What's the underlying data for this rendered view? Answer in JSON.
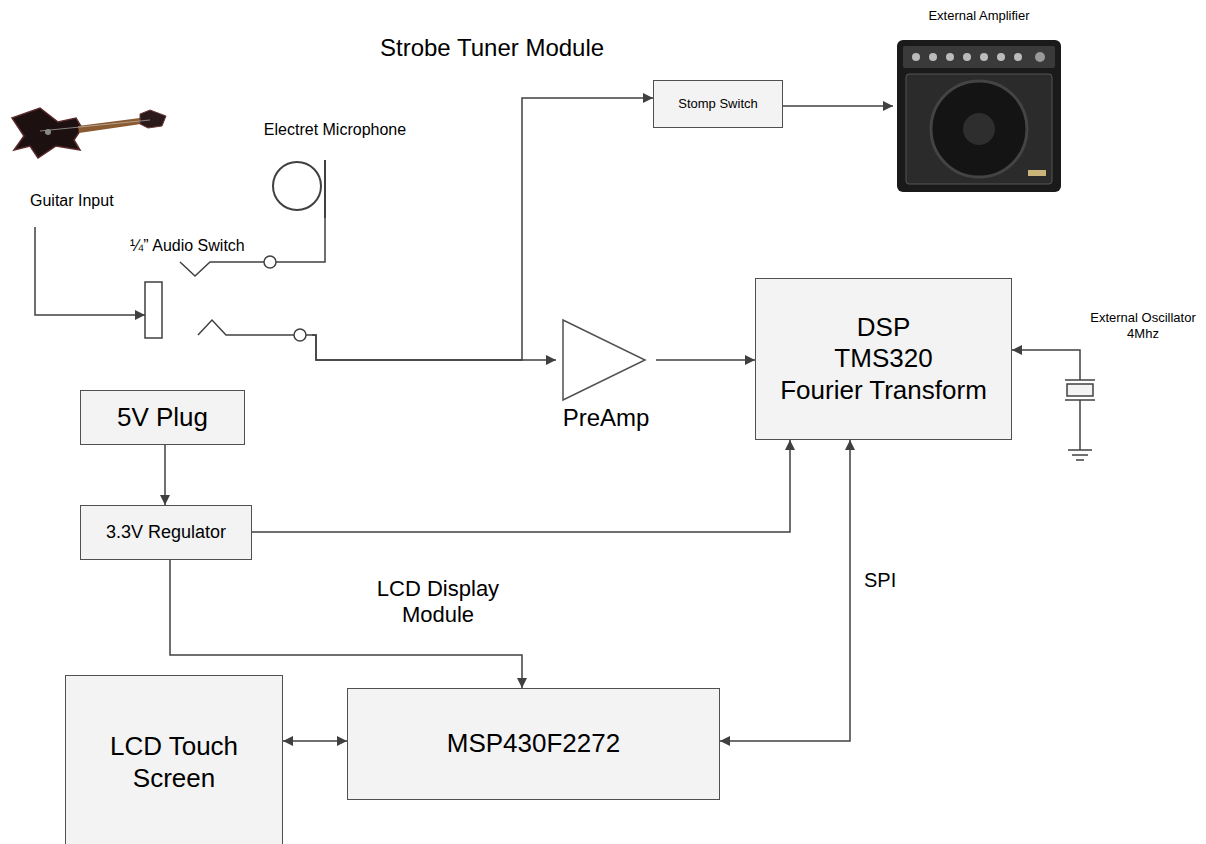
{
  "diagram": {
    "nodes": [
      {
        "text": [
          "Guitar Input"
        ]
      },
      {
        "text": [
          "Electret Microphone"
        ]
      },
      {
        "text": [
          "¼” Audio Switch"
        ]
      },
      {
        "text": [
          "Stomp Switch"
        ]
      },
      {
        "text": [
          "External Amplifier"
        ]
      },
      {
        "text": [
          "PreAmp"
        ]
      },
      {
        "text": [
          "DSP",
          "TMS320",
          "Fourier Transform"
        ]
      },
      {
        "text": [
          "External Oscillator 4Mhz"
        ]
      },
      {
        "text": [
          "5V Plug"
        ]
      },
      {
        "text": [
          "3.3V Regulator"
        ]
      },
      {
        "text": [
          "LCD Touch Screen"
        ]
      },
      {
        "text": [
          "MSP430F2272"
        ]
      }
    ],
    "edges": [
      {
        "from": 0,
        "to": 2,
        "arrow": "to"
      },
      {
        "from": 1,
        "to": 2,
        "arrow": "none"
      },
      {
        "from": 2,
        "to": 5,
        "arrow": "to"
      },
      {
        "from": 2,
        "to": 3,
        "arrow": "to"
      },
      {
        "from": 3,
        "to": 4,
        "arrow": "to"
      },
      {
        "from": 5,
        "to": 6,
        "arrow": "to"
      },
      {
        "from": 7,
        "to": 6,
        "arrow": "to"
      },
      {
        "from": 8,
        "to": 9,
        "arrow": "to"
      },
      {
        "from": 9,
        "to": 6,
        "arrow": "to"
      },
      {
        "from": 9,
        "to": 11,
        "arrow": "to"
      },
      {
        "from": 6,
        "to": 11,
        "label": "SPI",
        "arrow": "both"
      },
      {
        "from": 10,
        "to": 11,
        "arrow": "both"
      }
    ],
    "labels": [
      "Strobe Tuner Module",
      "LCD Display Module"
    ]
  }
}
